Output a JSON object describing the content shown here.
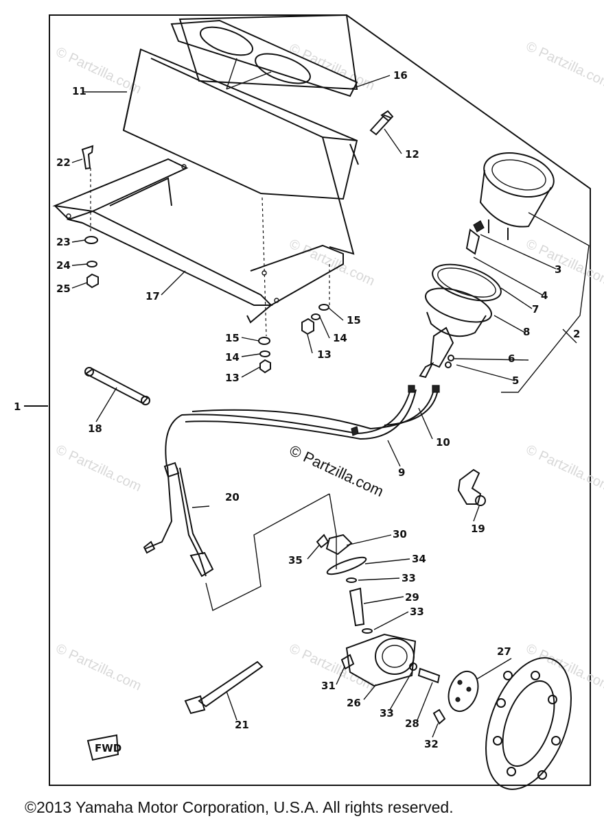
{
  "labels": [
    {
      "id": "1",
      "text": "1"
    },
    {
      "id": "2",
      "text": "2"
    },
    {
      "id": "3",
      "text": "3"
    },
    {
      "id": "4",
      "text": "4"
    },
    {
      "id": "5",
      "text": "5"
    },
    {
      "id": "6",
      "text": "6"
    },
    {
      "id": "7",
      "text": "7"
    },
    {
      "id": "8",
      "text": "8"
    },
    {
      "id": "9",
      "text": "9"
    },
    {
      "id": "10",
      "text": "10"
    },
    {
      "id": "11",
      "text": "11"
    },
    {
      "id": "12",
      "text": "12"
    },
    {
      "id": "13a",
      "text": "13"
    },
    {
      "id": "13b",
      "text": "13"
    },
    {
      "id": "14a",
      "text": "14"
    },
    {
      "id": "14b",
      "text": "14"
    },
    {
      "id": "15a",
      "text": "15"
    },
    {
      "id": "15b",
      "text": "15"
    },
    {
      "id": "16",
      "text": "16"
    },
    {
      "id": "17",
      "text": "17"
    },
    {
      "id": "18",
      "text": "18"
    },
    {
      "id": "19",
      "text": "19"
    },
    {
      "id": "20",
      "text": "20"
    },
    {
      "id": "21",
      "text": "21"
    },
    {
      "id": "22",
      "text": "22"
    },
    {
      "id": "23",
      "text": "23"
    },
    {
      "id": "24",
      "text": "24"
    },
    {
      "id": "25",
      "text": "25"
    },
    {
      "id": "26",
      "text": "26"
    },
    {
      "id": "27",
      "text": "27"
    },
    {
      "id": "28",
      "text": "28"
    },
    {
      "id": "29",
      "text": "29"
    },
    {
      "id": "30",
      "text": "30"
    },
    {
      "id": "31",
      "text": "31"
    },
    {
      "id": "32",
      "text": "32"
    },
    {
      "id": "33a",
      "text": "33"
    },
    {
      "id": "33b",
      "text": "33"
    },
    {
      "id": "33c",
      "text": "33"
    },
    {
      "id": "34",
      "text": "34"
    },
    {
      "id": "35",
      "text": "35"
    }
  ],
  "watermark": "© Partzilla.com",
  "fwd_mark": "FWD",
  "copyright": "©2013  Yamaha Motor Corporation, U.S.A. All rights reserved."
}
